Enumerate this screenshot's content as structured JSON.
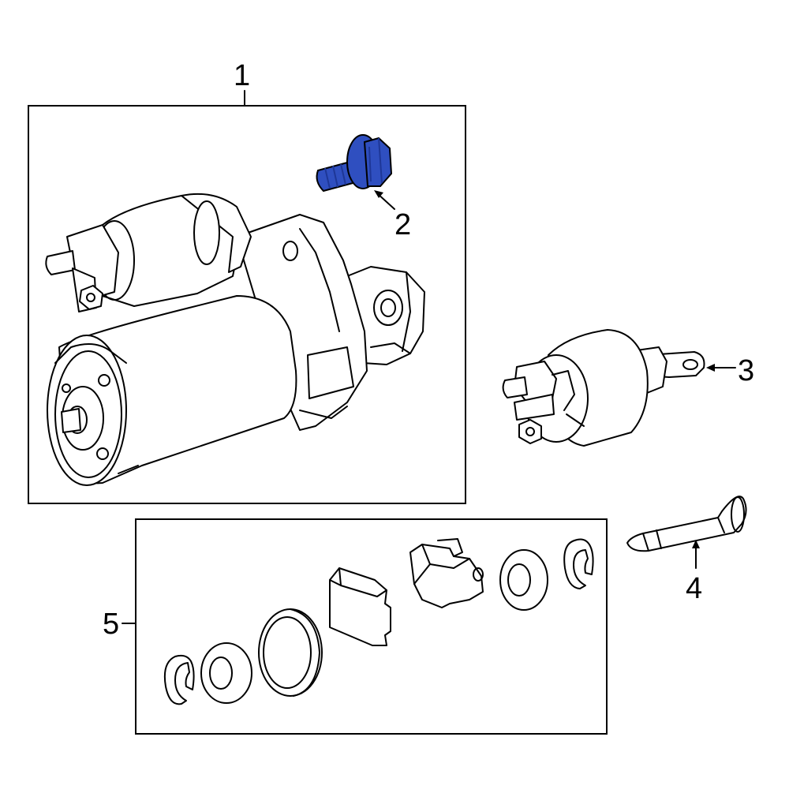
{
  "callouts": [
    {
      "id": "1",
      "label": "1"
    },
    {
      "id": "2",
      "label": "2"
    },
    {
      "id": "3",
      "label": "3"
    },
    {
      "id": "4",
      "label": "4"
    },
    {
      "id": "5",
      "label": "5"
    }
  ],
  "colors": {
    "line": "#000000",
    "background": "#ffffff",
    "highlight": "#2f4fc0",
    "highlight_shade": "#1e3797"
  }
}
